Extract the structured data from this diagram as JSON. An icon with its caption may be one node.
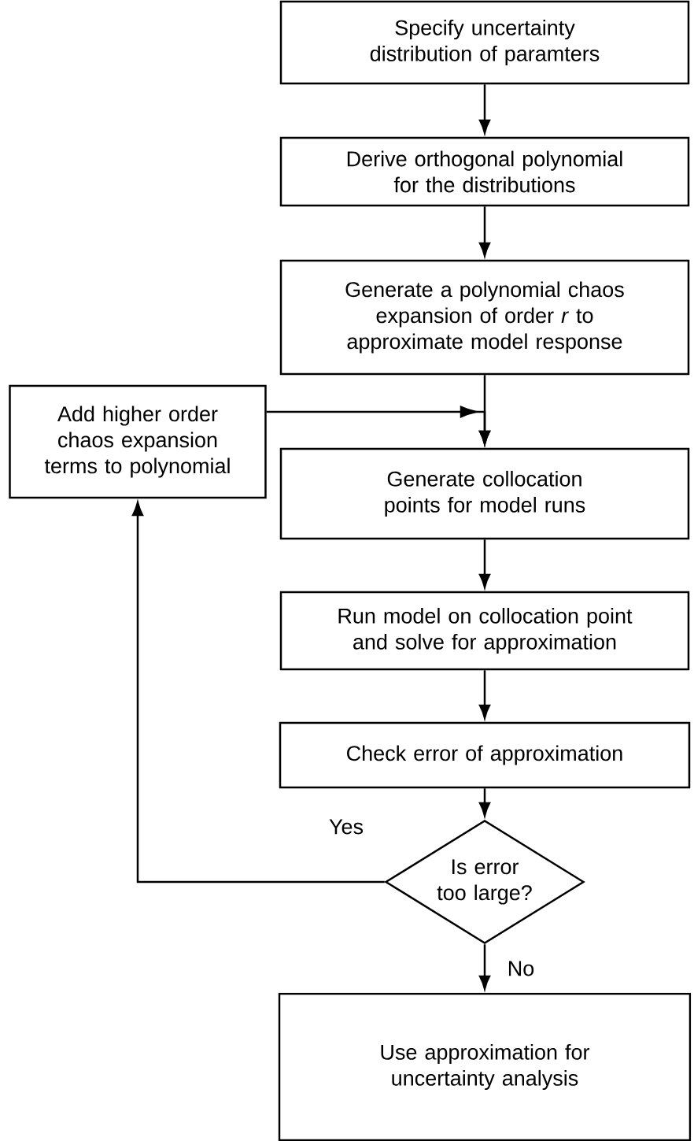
{
  "diagram": {
    "nodes": [
      {
        "text": [
          "Specify uncertainty distribution of paramters"
        ]
      },
      {
        "text": [
          "Derive orthogonal polynomial for the distributions"
        ]
      },
      {
        "text": [
          "Generate a polynomial chaos expansion of order *r* to approximate model response"
        ]
      },
      {
        "text": [
          "Add higher order chaos expansion terms to polynomial"
        ]
      },
      {
        "text": [
          "Generate collocation points for model runs"
        ]
      },
      {
        "text": [
          "Run model on collocation point and solve for approximation"
        ]
      },
      {
        "text": [
          "Check error of approximation"
        ]
      },
      {
        "text": [
          "Is error too large?"
        ]
      },
      {
        "text": [
          "Use approximation for uncertainty analysis"
        ]
      }
    ],
    "edges": [
      {
        "from": 0,
        "to": 1,
        "arrow": "to"
      },
      {
        "from": 1,
        "to": 2,
        "arrow": "to"
      },
      {
        "from": 2,
        "to": 4,
        "arrow": "to"
      },
      {
        "from": 3,
        "to": 4,
        "arrow": "to"
      },
      {
        "from": 4,
        "to": 5,
        "arrow": "to"
      },
      {
        "from": 5,
        "to": 6,
        "arrow": "to"
      },
      {
        "from": 6,
        "to": 7,
        "arrow": "to"
      },
      {
        "from": 7,
        "to": 3,
        "arrow": "to",
        "label": "Yes"
      },
      {
        "from": 7,
        "to": 8,
        "arrow": "to",
        "label": "No"
      }
    ]
  }
}
